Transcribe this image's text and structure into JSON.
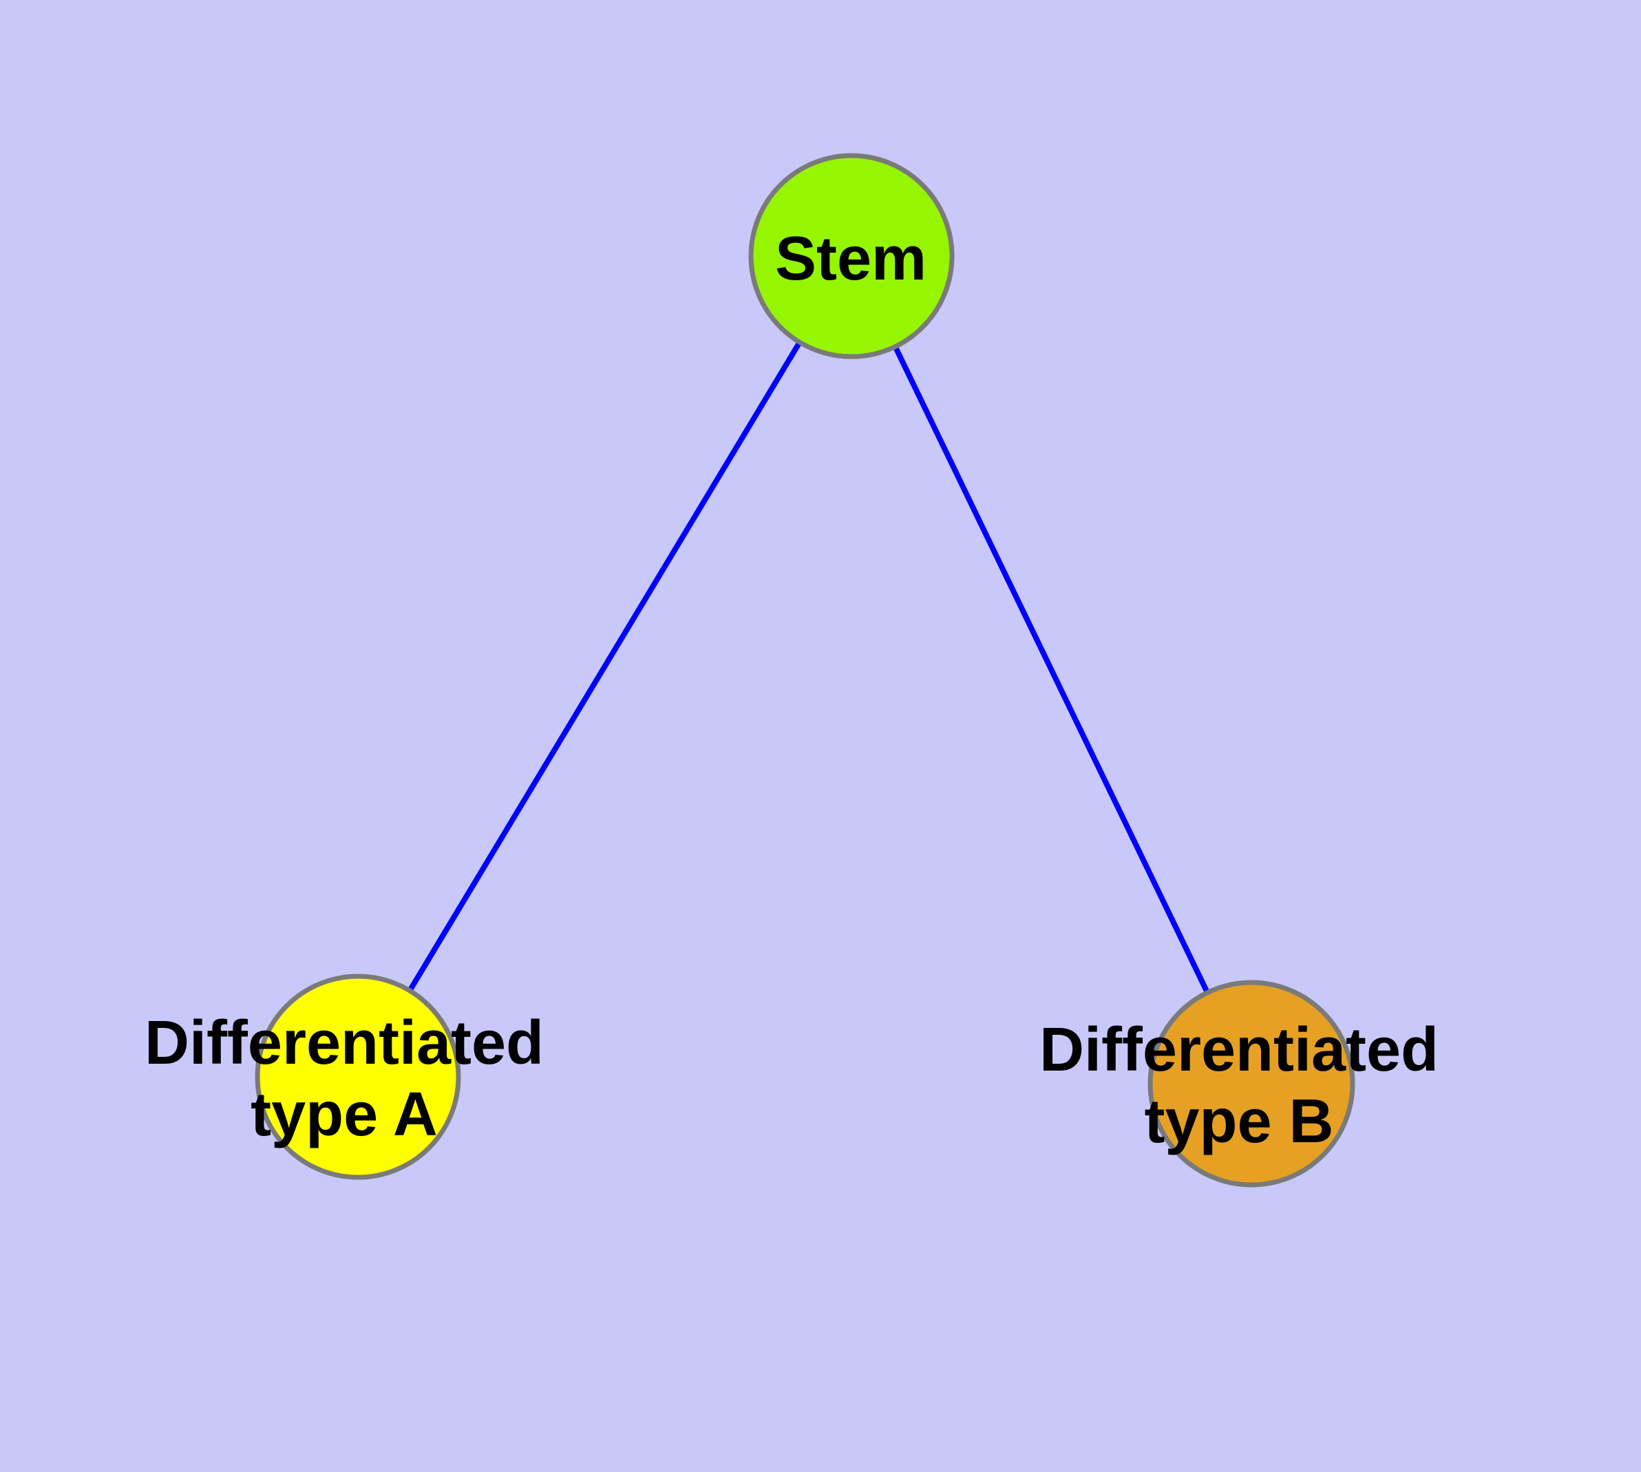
{
  "diagram": {
    "type": "graph",
    "background_color": "#C8C8FA",
    "edge_color": "#0000FF",
    "node_border_color": "#7A7A7A",
    "text_color": "#000000",
    "nodes": {
      "stem": {
        "label": "Stem",
        "color": "#96F500"
      },
      "type_a": {
        "label": "Differentiated type A",
        "label_line1": "Differentiated",
        "label_line2": "type A",
        "color": "#FFFF00"
      },
      "type_b": {
        "label": "Differentiated type B",
        "label_line1": "Differentiated",
        "label_line2": "type B",
        "color": "#E6A023"
      }
    },
    "edges": [
      {
        "source": "Stem",
        "target": "Differentiated type A"
      },
      {
        "source": "Stem",
        "target": "Differentiated type B"
      }
    ]
  }
}
